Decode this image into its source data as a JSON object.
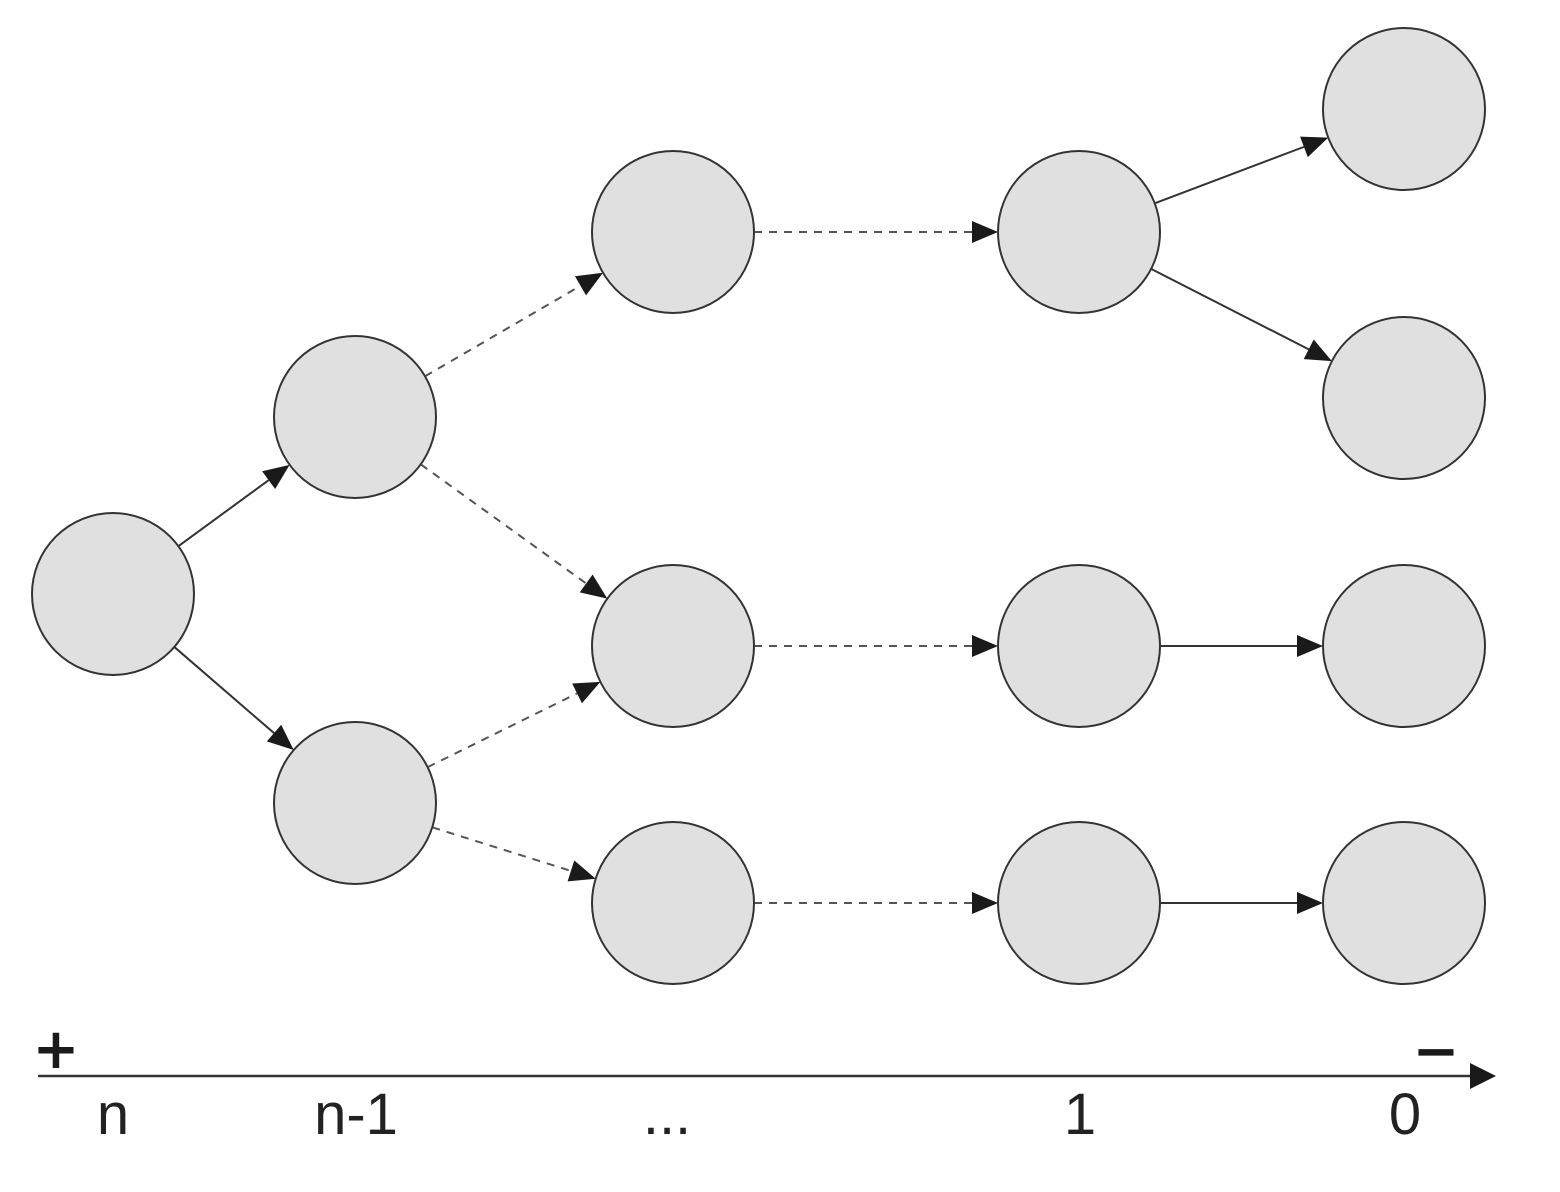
{
  "diagram": {
    "node_fill": "#e0e0e0",
    "node_stroke": "#333333",
    "edge_color": "#333333",
    "nodes": [
      "n_root",
      "n_a1",
      "n_a2",
      "n_b1",
      "n_b2",
      "n_b3",
      "n_c1",
      "n_c2",
      "n_c3",
      "n_d1",
      "n_d2",
      "n_d3",
      "n_d4"
    ],
    "edges": [
      {
        "from": "n_root",
        "to": "n_a1",
        "style": "solid"
      },
      {
        "from": "n_root",
        "to": "n_a2",
        "style": "solid"
      },
      {
        "from": "n_a1",
        "to": "n_b1",
        "style": "dashed"
      },
      {
        "from": "n_a1",
        "to": "n_b2",
        "style": "dashed"
      },
      {
        "from": "n_a2",
        "to": "n_b2",
        "style": "dashed"
      },
      {
        "from": "n_a2",
        "to": "n_b3",
        "style": "dashed"
      },
      {
        "from": "n_b1",
        "to": "n_c1",
        "style": "dashed"
      },
      {
        "from": "n_b2",
        "to": "n_c2",
        "style": "dashed"
      },
      {
        "from": "n_b3",
        "to": "n_c3",
        "style": "dashed"
      },
      {
        "from": "n_c1",
        "to": "n_d1",
        "style": "solid"
      },
      {
        "from": "n_c1",
        "to": "n_d2",
        "style": "solid"
      },
      {
        "from": "n_c2",
        "to": "n_d3",
        "style": "solid"
      },
      {
        "from": "n_c3",
        "to": "n_d4",
        "style": "solid"
      }
    ]
  },
  "axis": {
    "plus_label": "+",
    "minus_label": "−",
    "labels": [
      "n",
      "n-1",
      "...",
      "1",
      "0"
    ]
  }
}
